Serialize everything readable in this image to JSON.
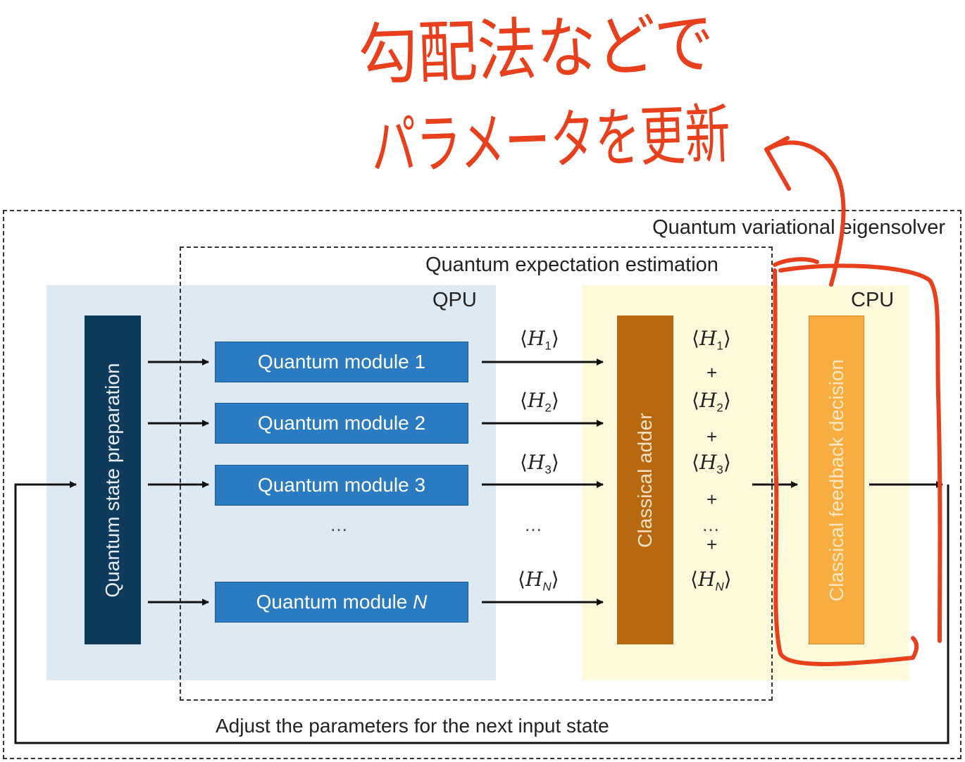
{
  "handwritten_note": {
    "line1": "勾配法などで",
    "line2": "パラメータを更新",
    "color": "#e8401c"
  },
  "regions": {
    "vqe_label": "Quantum variational eigensolver",
    "qee_label": "Quantum expectation estimation",
    "qpu_label": "QPU",
    "cpu_label": "CPU"
  },
  "blocks": {
    "state_prep": "Quantum state preparation",
    "adder": "Classical adder",
    "feedback": "Classical feedback decision"
  },
  "modules": {
    "m1": "Quantum module 1",
    "m2": "Quantum module 2",
    "m3": "Quantum module 3",
    "mn_prefix": "Quantum module ",
    "mn_var": "N",
    "ellipsis": "…"
  },
  "expectations": {
    "h1": "1",
    "h2": "2",
    "h3": "3",
    "hn": "N",
    "symbol": "H",
    "left_bracket": "⟨",
    "right_bracket": "⟩",
    "ellipsis": "…",
    "plus": "+"
  },
  "feedback_loop_label": "Adjust the parameters for the next input state",
  "colors": {
    "qpu_background": "#dde9f3",
    "cpu_background": "#fdfadb",
    "state_prep": "#0e3a5c",
    "module": "#2a7bc1",
    "adder": "#b8690f",
    "feedback": "#f7ad40"
  }
}
